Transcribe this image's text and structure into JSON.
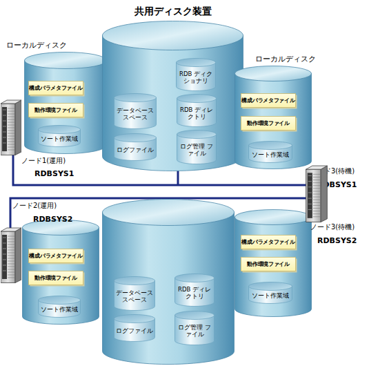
{
  "diagram": {
    "title": "共用ディスク装置",
    "nodes": [
      {
        "text": [
          "ローカルディスク"
        ]
      },
      {
        "text": [
          "構成パラメタファイル"
        ],
        "in": 0
      },
      {
        "text": [
          "動作環境ファイル"
        ],
        "in": 0
      },
      {
        "text": [
          "ソート作業域"
        ],
        "in": 0
      },
      {
        "text": []
      },
      {
        "text": [
          "RDB ディクショナリ"
        ],
        "in": 4
      },
      {
        "text": [
          "データベース スペース"
        ],
        "in": 4
      },
      {
        "text": [
          "RDB ディレクトリ"
        ],
        "in": 4
      },
      {
        "text": [
          "ログファイル"
        ],
        "in": 4
      },
      {
        "text": [
          "ログ管理 ファイル"
        ],
        "in": 4
      },
      {
        "text": [
          "ローカルディスク"
        ]
      },
      {
        "text": [
          "構成パラメタファイル"
        ],
        "in": 10
      },
      {
        "text": [
          "動作環境ファイル"
        ],
        "in": 10
      },
      {
        "text": [
          "ソート作業域"
        ],
        "in": 10
      },
      {
        "text": []
      },
      {
        "text": [
          "構成パラメタファイル"
        ],
        "in": 14
      },
      {
        "text": [
          "動作環境ファイル"
        ],
        "in": 14
      },
      {
        "text": [
          "ソート作業域"
        ],
        "in": 14
      },
      {
        "text": []
      },
      {
        "text": [
          "データベース スペース"
        ],
        "in": 18
      },
      {
        "text": [
          "RDB ディレクトリ"
        ],
        "in": 18
      },
      {
        "text": [
          "ログファイル"
        ],
        "in": 18
      },
      {
        "text": [
          "ログ管理 ファイル"
        ],
        "in": 18
      },
      {
        "text": []
      },
      {
        "text": [
          "構成パラメタファイル"
        ],
        "in": 23
      },
      {
        "text": [
          "動作環境ファイル"
        ],
        "in": 23
      },
      {
        "text": [
          "ソート作業域"
        ],
        "in": 23
      }
    ],
    "labels": [
      "ノード1(運用)",
      "RDBSYS1",
      "ノード3(待機)",
      "RDBSYS1",
      "ノード2(運用)",
      "RDBSYS2",
      "ノード3(待機)",
      "RDBSYS2"
    ]
  }
}
